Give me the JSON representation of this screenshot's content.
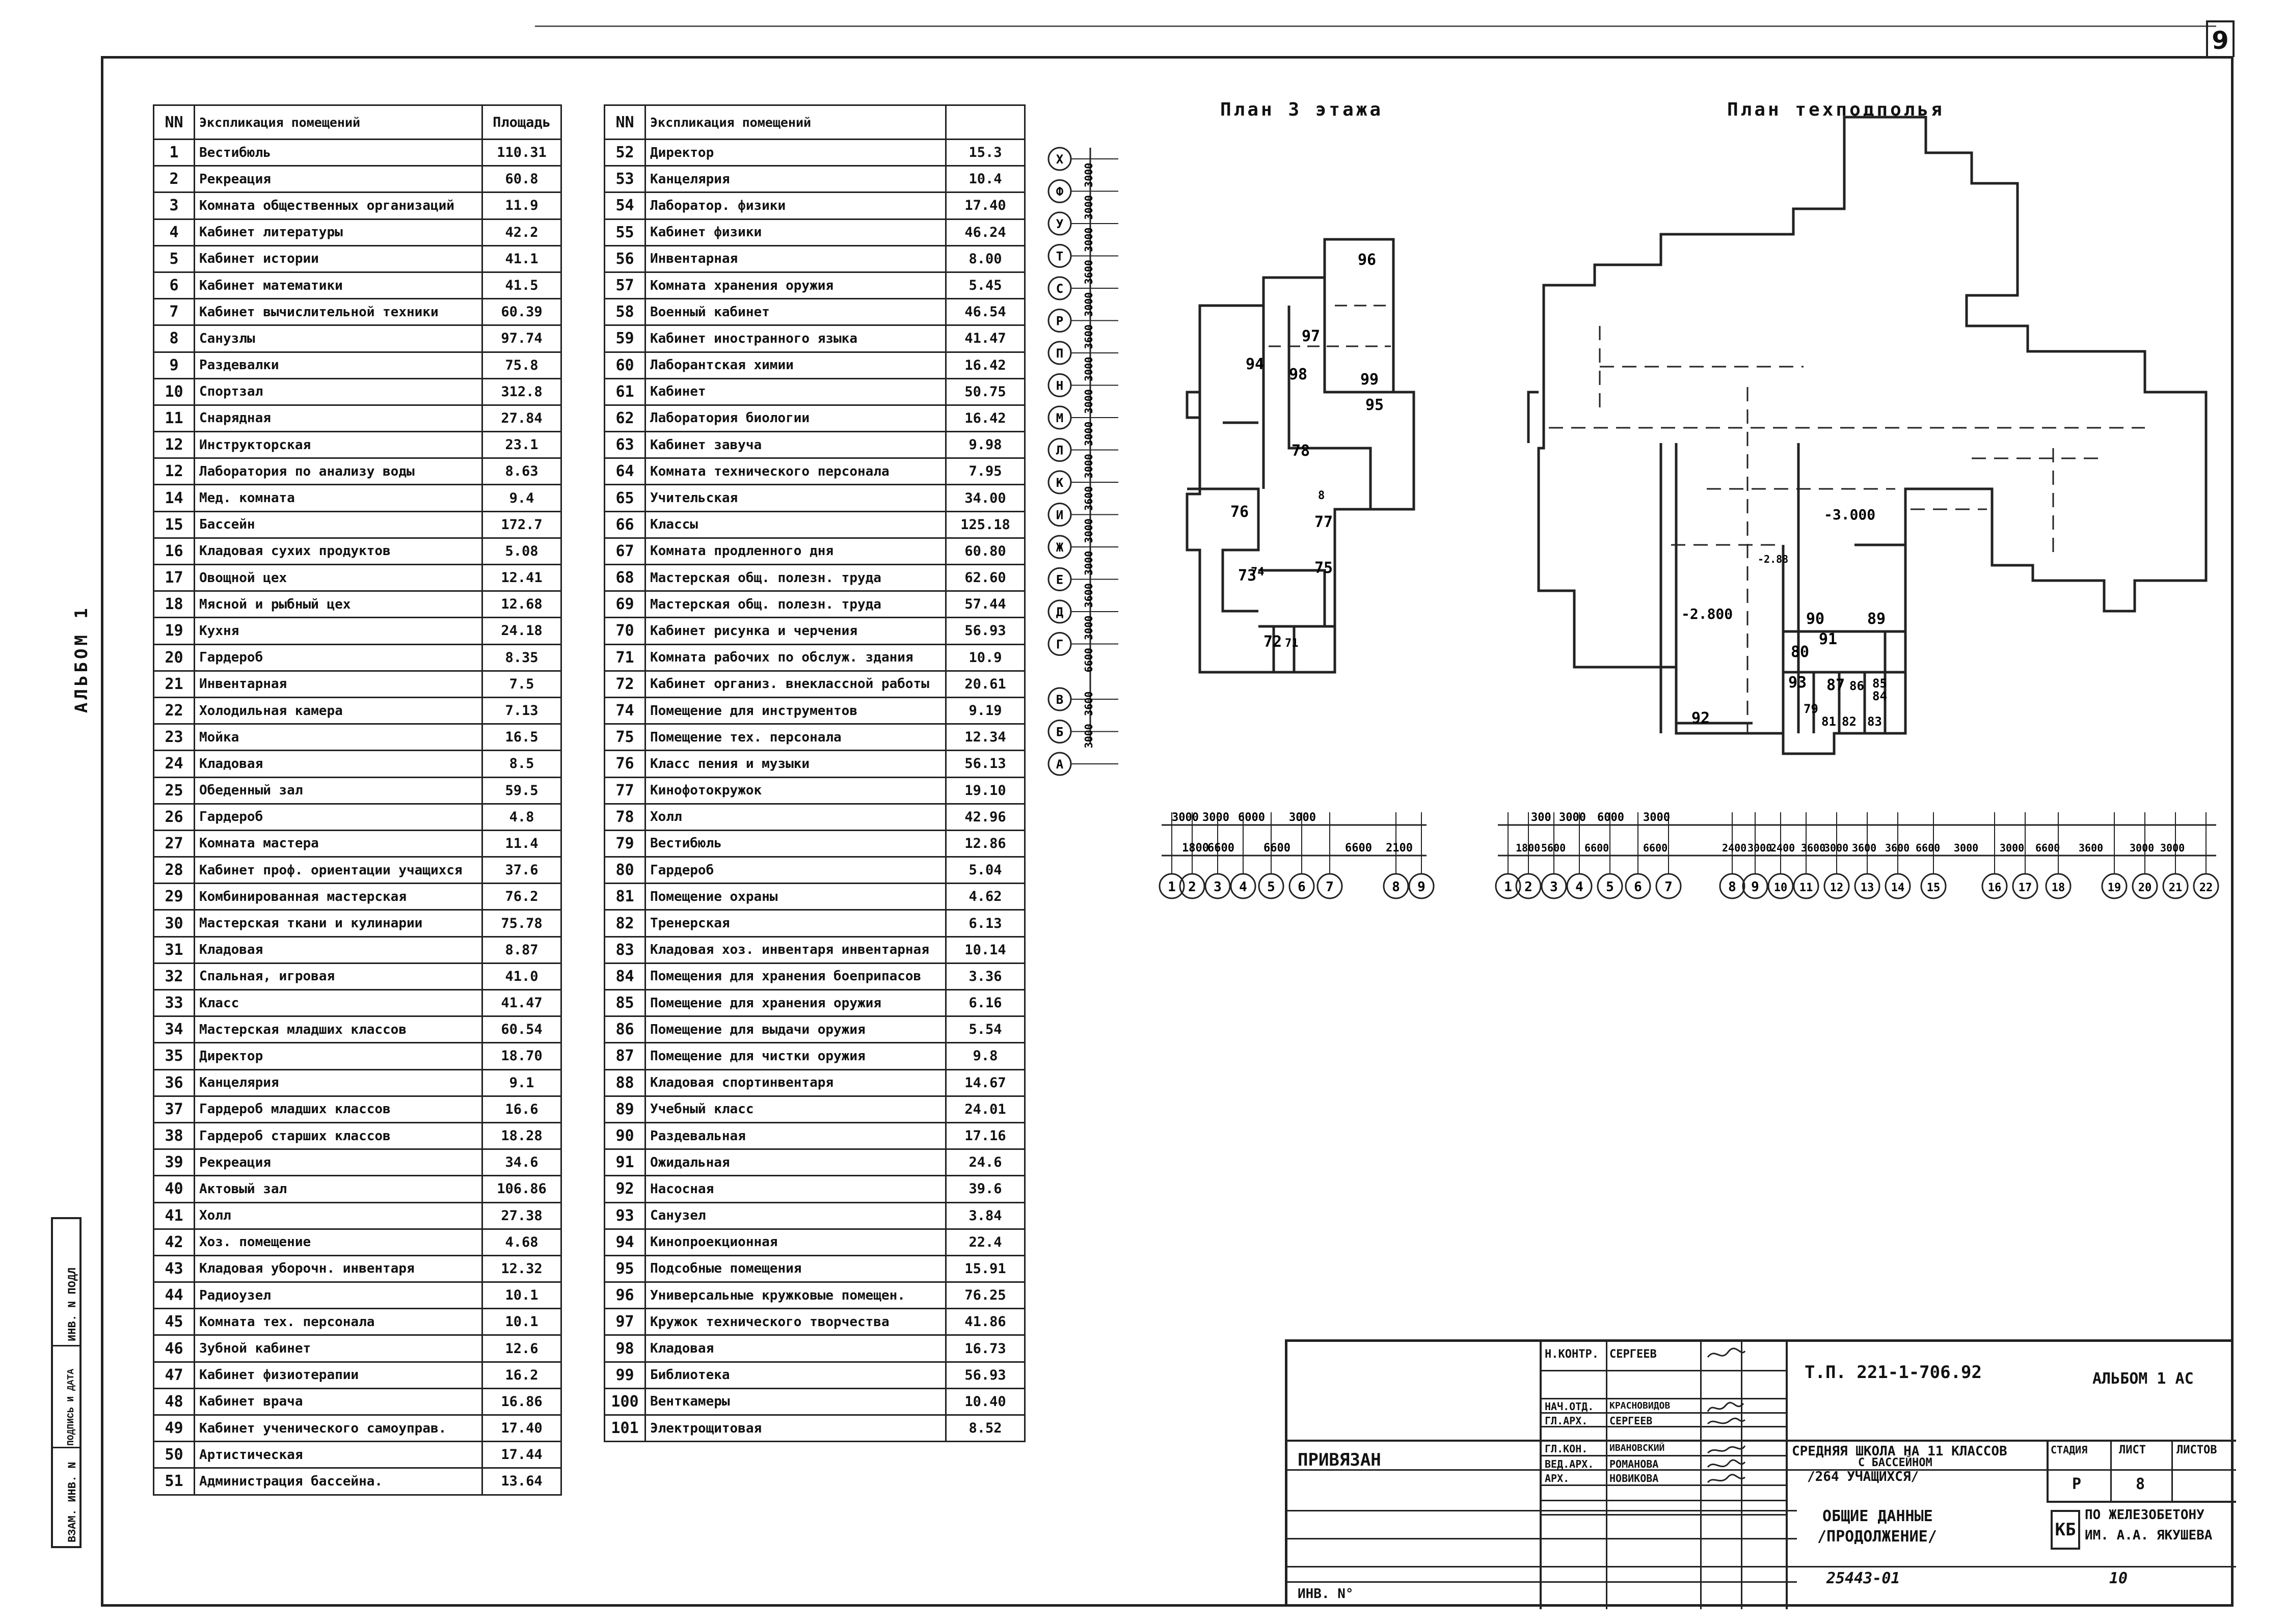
{
  "sheet_number": "9",
  "side": {
    "album": "АЛЬБОМ 1",
    "strip_labels": [
      "ИНВ. N ПОДЛ",
      "ПОДПИСЬ И ДАТА",
      "ВЗАМ. ИНВ. N"
    ]
  },
  "table_left": {
    "headers": {
      "num": "NN",
      "name": "Экспликация помещений",
      "area": "Площадь"
    },
    "rows": [
      {
        "num": "1",
        "name": "Вестибюль",
        "area": "110.31"
      },
      {
        "num": "2",
        "name": "Рекреация",
        "area": "60.8"
      },
      {
        "num": "3",
        "name": "Комната общественных организаций",
        "area": "11.9"
      },
      {
        "num": "4",
        "name": "Кабинет литературы",
        "area": "42.2"
      },
      {
        "num": "5",
        "name": "Кабинет истории",
        "area": "41.1"
      },
      {
        "num": "6",
        "name": "Кабинет математики",
        "area": "41.5"
      },
      {
        "num": "7",
        "name": "Кабинет вычислительной техники",
        "area": "60.39"
      },
      {
        "num": "8",
        "name": "Санузлы",
        "area": "97.74"
      },
      {
        "num": "9",
        "name": "Раздевалки",
        "area": "75.8"
      },
      {
        "num": "10",
        "name": "Спортзал",
        "area": "312.8"
      },
      {
        "num": "11",
        "name": "Снарядная",
        "area": "27.84"
      },
      {
        "num": "12",
        "name": "Инструкторская",
        "area": "23.1"
      },
      {
        "num": "12",
        "name": "Лаборатория по анализу воды",
        "area": "8.63"
      },
      {
        "num": "14",
        "name": "Мед. комната",
        "area": "9.4"
      },
      {
        "num": "15",
        "name": "Бассейн",
        "area": "172.7"
      },
      {
        "num": "16",
        "name": "Кладовая сухих продуктов",
        "area": "5.08"
      },
      {
        "num": "17",
        "name": "Овощной цех",
        "area": "12.41"
      },
      {
        "num": "18",
        "name": "Мясной и рыбный цех",
        "area": "12.68"
      },
      {
        "num": "19",
        "name": "Кухня",
        "area": "24.18"
      },
      {
        "num": "20",
        "name": "Гардероб",
        "area": "8.35"
      },
      {
        "num": "21",
        "name": "Инвентарная",
        "area": "7.5"
      },
      {
        "num": "22",
        "name": "Холодильная камера",
        "area": "7.13"
      },
      {
        "num": "23",
        "name": "Мойка",
        "area": "16.5"
      },
      {
        "num": "24",
        "name": "Кладовая",
        "area": "8.5"
      },
      {
        "num": "25",
        "name": "Обеденный зал",
        "area": "59.5"
      },
      {
        "num": "26",
        "name": "Гардероб",
        "area": "4.8"
      },
      {
        "num": "27",
        "name": "Комната мастера",
        "area": "11.4"
      },
      {
        "num": "28",
        "name": "Кабинет проф. ориентации учащихся",
        "area": "37.6"
      },
      {
        "num": "29",
        "name": "Комбинированная мастерская",
        "area": "76.2"
      },
      {
        "num": "30",
        "name": "Мастерская ткани и кулинарии",
        "area": "75.78"
      },
      {
        "num": "31",
        "name": "Кладовая",
        "area": "8.87"
      },
      {
        "num": "32",
        "name": "Спальная, игровая",
        "area": "41.0"
      },
      {
        "num": "33",
        "name": "Класс",
        "area": "41.47"
      },
      {
        "num": "34",
        "name": "Мастерская младших классов",
        "area": "60.54"
      },
      {
        "num": "35",
        "name": "Директор",
        "area": "18.70"
      },
      {
        "num": "36",
        "name": "Канцелярия",
        "area": "9.1"
      },
      {
        "num": "37",
        "name": "Гардероб младших классов",
        "area": "16.6"
      },
      {
        "num": "38",
        "name": "Гардероб старших классов",
        "area": "18.28"
      },
      {
        "num": "39",
        "name": "Рекреация",
        "area": "34.6"
      },
      {
        "num": "40",
        "name": "Актовый зал",
        "area": "106.86"
      },
      {
        "num": "41",
        "name": "Холл",
        "area": "27.38"
      },
      {
        "num": "42",
        "name": "Хоз. помещение",
        "area": "4.68"
      },
      {
        "num": "43",
        "name": "Кладовая уборочн. инвентаря",
        "area": "12.32"
      },
      {
        "num": "44",
        "name": "Радиоузел",
        "area": "10.1"
      },
      {
        "num": "45",
        "name": "Комната тех. персонала",
        "area": "10.1"
      },
      {
        "num": "46",
        "name": "Зубной кабинет",
        "area": "12.6"
      },
      {
        "num": "47",
        "name": "Кабинет физиотерапии",
        "area": "16.2"
      },
      {
        "num": "48",
        "name": "Кабинет врача",
        "area": "16.86"
      },
      {
        "num": "49",
        "name": "Кабинет ученического самоуправ.",
        "area": "17.40"
      },
      {
        "num": "50",
        "name": "Артистическая",
        "area": "17.44"
      },
      {
        "num": "51",
        "name": "Администрация бассейна.",
        "area": "13.64"
      }
    ]
  },
  "table_right": {
    "headers": {
      "num": "NN",
      "name": "Экспликация помещений",
      "area": ""
    },
    "rows": [
      {
        "num": "52",
        "name": "Директор",
        "area": "15.3"
      },
      {
        "num": "53",
        "name": "Канцелярия",
        "area": "10.4"
      },
      {
        "num": "54",
        "name": "Лаборатор. физики",
        "area": "17.40"
      },
      {
        "num": "55",
        "name": "Кабинет физики",
        "area": "46.24"
      },
      {
        "num": "56",
        "name": "Инвентарная",
        "area": "8.00"
      },
      {
        "num": "57",
        "name": "Комната хранения оружия",
        "area": "5.45"
      },
      {
        "num": "58",
        "name": "Военный кабинет",
        "area": "46.54"
      },
      {
        "num": "59",
        "name": "Кабинет иностранного языка",
        "area": "41.47"
      },
      {
        "num": "60",
        "name": "Лаборантская химии",
        "area": "16.42"
      },
      {
        "num": "61",
        "name": "Кабинет",
        "area": "50.75"
      },
      {
        "num": "62",
        "name": "Лаборатория биологии",
        "area": "16.42"
      },
      {
        "num": "63",
        "name": "Кабинет завуча",
        "area": "9.98"
      },
      {
        "num": "64",
        "name": "Комната технического персонала",
        "area": "7.95"
      },
      {
        "num": "65",
        "name": "Учительская",
        "area": "34.00"
      },
      {
        "num": "66",
        "name": "Классы",
        "area": "125.18"
      },
      {
        "num": "67",
        "name": "Комната продленного дня",
        "area": "60.80"
      },
      {
        "num": "68",
        "name": "Мастерская общ. полезн. труда",
        "area": "62.60"
      },
      {
        "num": "69",
        "name": "Мастерская общ. полезн. труда",
        "area": "57.44"
      },
      {
        "num": "70",
        "name": "Кабинет рисунка и черчения",
        "area": "56.93"
      },
      {
        "num": "71",
        "name": "Комната рабочих по обслуж. здания",
        "area": "10.9"
      },
      {
        "num": "72",
        "name": "Кабинет организ. внеклассной работы",
        "area": "20.61"
      },
      {
        "num": "74",
        "name": "Помещение для инструментов",
        "area": "9.19"
      },
      {
        "num": "75",
        "name": "Помещение тех. персонала",
        "area": "12.34"
      },
      {
        "num": "76",
        "name": "Класс пения и музыки",
        "area": "56.13"
      },
      {
        "num": "77",
        "name": "Кинофотокружок",
        "area": "19.10"
      },
      {
        "num": "78",
        "name": "Холл",
        "area": "42.96"
      },
      {
        "num": "79",
        "name": "Вестибюль",
        "area": "12.86"
      },
      {
        "num": "80",
        "name": "Гардероб",
        "area": "5.04"
      },
      {
        "num": "81",
        "name": "Помещение охраны",
        "area": "4.62"
      },
      {
        "num": "82",
        "name": "Тренерская",
        "area": "6.13"
      },
      {
        "num": "83",
        "name": "Кладовая хоз. инвентаря инвентарная",
        "area": "10.14"
      },
      {
        "num": "84",
        "name": "Помещения для хранения боеприпасов",
        "area": "3.36"
      },
      {
        "num": "85",
        "name": "Помещение для хранения оружия",
        "area": "6.16"
      },
      {
        "num": "86",
        "name": "Помещение для выдачи оружия",
        "area": "5.54"
      },
      {
        "num": "87",
        "name": "Помещение для чистки оружия",
        "area": "9.8"
      },
      {
        "num": "88",
        "name": "Кладовая спортинвентаря",
        "area": "14.67"
      },
      {
        "num": "89",
        "name": "Учебный класс",
        "area": "24.01"
      },
      {
        "num": "90",
        "name": "Раздевальная",
        "area": "17.16"
      },
      {
        "num": "91",
        "name": "Ожидальная",
        "area": "24.6"
      },
      {
        "num": "92",
        "name": "Насосная",
        "area": "39.6"
      },
      {
        "num": "93",
        "name": "Санузел",
        "area": "3.84"
      },
      {
        "num": "94",
        "name": "Кинопроекционная",
        "area": "22.4"
      },
      {
        "num": "95",
        "name": "Подсобные помещения",
        "area": "15.91"
      },
      {
        "num": "96",
        "name": "Универсальные кружковые помещен.",
        "area": "76.25"
      },
      {
        "num": "97",
        "name": "Кружок технического творчества",
        "area": "41.86"
      },
      {
        "num": "98",
        "name": "Кладовая",
        "area": "16.73"
      },
      {
        "num": "99",
        "name": "Библиотека",
        "area": "56.93"
      },
      {
        "num": "100",
        "name": "Венткамеры",
        "area": "10.40"
      },
      {
        "num": "101",
        "name": "Электрощитовая",
        "area": "8.52"
      }
    ]
  },
  "plan3": {
    "title": "План 3 этажа",
    "rooms": [
      "96",
      "97",
      "98",
      "99",
      "95",
      "94",
      "78",
      "8",
      "76",
      "77",
      "73",
      "74",
      "75",
      "72",
      "71"
    ],
    "axes_x": [
      "1",
      "2",
      "3",
      "4",
      "5",
      "6",
      "7",
      "8",
      "9"
    ],
    "axes_y": [
      "Х",
      "Ф",
      "У",
      "Т",
      "С",
      "Р",
      "П",
      "Н",
      "М",
      "Л",
      "К",
      "И",
      "Ж",
      "Е",
      "Д",
      "Г",
      "В",
      "Б",
      "А"
    ],
    "dims_top": [
      "3000",
      "3000",
      "6000",
      "3000"
    ],
    "dims_bottom": [
      "1800",
      "6600",
      "6600",
      "6600",
      "2100"
    ],
    "dims_side": [
      "3000",
      "3000",
      "3000",
      "3600",
      "3000",
      "3600",
      "3000",
      "3000",
      "3000",
      "3000",
      "3600",
      "3000",
      "3000",
      "3600",
      "3000",
      "6600",
      "3600",
      "3000"
    ]
  },
  "plan_base": {
    "title": "План техподполья",
    "rooms": [
      "90",
      "89",
      "91",
      "80",
      "93",
      "87",
      "86",
      "85",
      "84",
      "79",
      "81",
      "82",
      "83",
      "92"
    ],
    "levels": [
      "-3.000",
      "-2.800",
      "-2.88"
    ],
    "axes_x": [
      "1",
      "2",
      "3",
      "4",
      "5",
      "6",
      "7",
      "8",
      "9",
      "10",
      "11",
      "12",
      "13",
      "14",
      "15",
      "16",
      "17",
      "18",
      "19",
      "20",
      "21",
      "22"
    ],
    "dims_top": [
      "300",
      "3000",
      "6000",
      "3000"
    ],
    "dims_bottom": [
      "1800",
      "5600",
      "6600",
      "6600",
      "2400",
      "3000",
      "2400",
      "3600",
      "3000",
      "3600",
      "3600",
      "6600",
      "3000",
      "3000",
      "6600",
      "3600",
      "3000",
      "3000"
    ]
  },
  "title_block": {
    "code": "Т.П. 221-1-706.92",
    "album": "АЛЬБОМ 1 АС",
    "attached": "ПРИВЯЗАН",
    "inv": "ИНВ. N°",
    "roles": [
      {
        "role": "Н.КОНТР.",
        "name": "СЕРГЕЕВ"
      },
      {
        "role": "НАЧ.ОТД.",
        "name": "КРАСНОВИДОВ"
      },
      {
        "role": "ГЛ.АРХ.",
        "name": "СЕРГЕЕВ"
      },
      {
        "role": "ГЛ.КОН.",
        "name": "ИВАНОВСКИЙ"
      },
      {
        "role": "ВЕД.АРХ.",
        "name": "РОМАНОВА"
      },
      {
        "role": "АРХ.",
        "name": "НОВИКОВА"
      }
    ],
    "project_title": "СРЕДНЯЯ ШКОЛА НА 11 КЛАССОВ",
    "project_sub": "С БАССЕЙНОМ",
    "project_sub2": "/264 УЧАЩИХСЯ/",
    "sheet_title": "ОБЩИЕ ДАННЫЕ",
    "sheet_sub": "/ПРОДОЛЖЕНИЕ/",
    "stage_h": "СТАДИЯ",
    "sheet_h": "ЛИСТ",
    "sheets_h": "ЛИСТОВ",
    "stage": "Р",
    "sheet": "8",
    "sheets": "",
    "org_mark": "КБ",
    "org": "ПО ЖЕЛЕЗОБЕТОНУ",
    "org2": "ИМ. А.А. ЯКУШЕВА",
    "order": "25443-01",
    "page": "10"
  }
}
